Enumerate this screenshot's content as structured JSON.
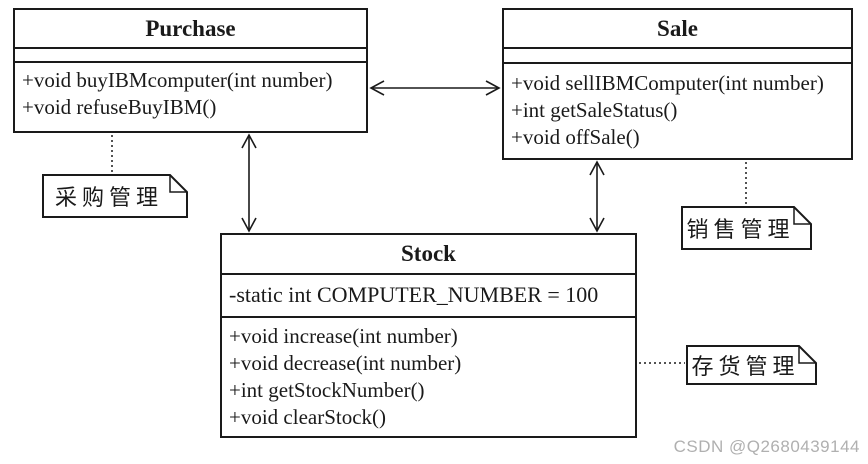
{
  "diagram_title": "UML class diagram: Purchase / Sale / Stock",
  "colors": {
    "line": "#1a1a1a",
    "background": "#ffffff",
    "watermark": "#b0b0b0"
  },
  "classes": {
    "purchase": {
      "title": "Purchase",
      "attributes": [],
      "methods": [
        "+void buyIBMcomputer(int number)",
        "+void refuseBuyIBM()"
      ]
    },
    "sale": {
      "title": "Sale",
      "attributes": [],
      "methods": [
        "+void sellIBMComputer(int number)",
        "+int getSaleStatus()",
        "+void offSale()"
      ]
    },
    "stock": {
      "title": "Stock",
      "attributes": [
        "-static int COMPUTER_NUMBER = 100"
      ],
      "methods": [
        "+void increase(int number)",
        "+void decrease(int number)",
        "+int getStockNumber()",
        "+void clearStock()"
      ]
    }
  },
  "notes": {
    "purchase": "采购管理",
    "sale": "销售管理",
    "stock": "存货管理"
  },
  "relationships": [
    "Purchase <-> Sale (bidirectional association)",
    "Purchase <-> Stock (bidirectional association)",
    "Sale <-> Stock (bidirectional association)"
  ],
  "watermark": "CSDN @Q2680439144"
}
